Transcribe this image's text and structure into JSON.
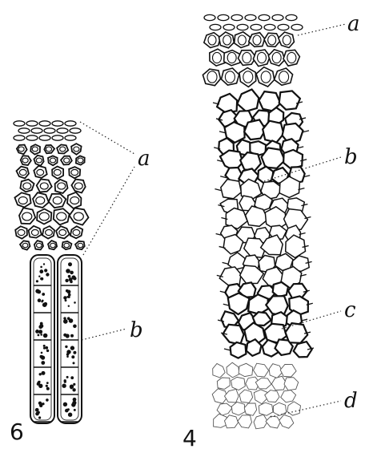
{
  "figures": [
    {
      "number": "6",
      "labels": [
        "a",
        "b"
      ]
    },
    {
      "number": "4",
      "labels": [
        "a",
        "b",
        "c",
        "d"
      ]
    }
  ]
}
